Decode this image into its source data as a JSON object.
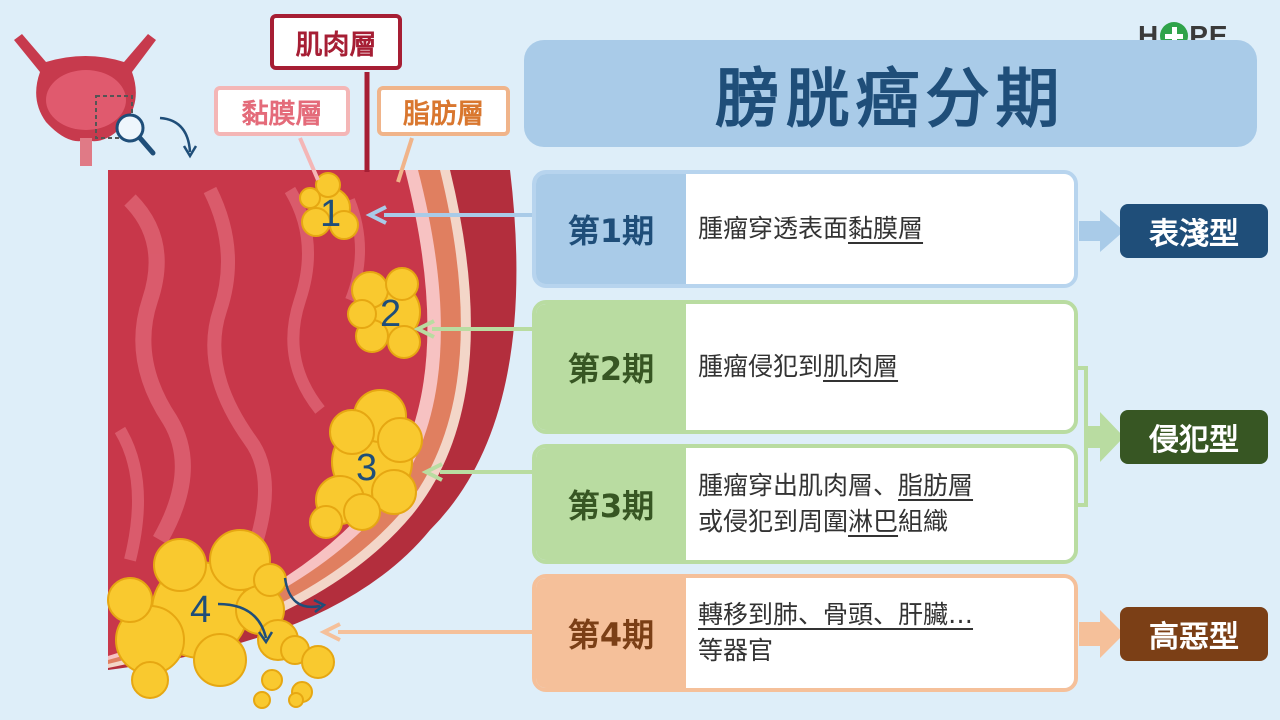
{
  "logo": {
    "left": "H",
    "right": "PE"
  },
  "title": "膀胱癌分期",
  "layers": {
    "mucosa": "黏膜層",
    "muscle": "肌肉層",
    "fat": "脂肪層"
  },
  "tumor_numbers": [
    "1",
    "2",
    "3",
    "4"
  ],
  "stages": [
    {
      "name": "第1期",
      "line1": [
        {
          "t": "腫瘤穿透表面"
        },
        {
          "t": "黏膜層",
          "u": true
        }
      ],
      "line2": []
    },
    {
      "name": "第2期",
      "line1": [
        {
          "t": "腫瘤侵犯到"
        },
        {
          "t": "肌肉層",
          "u": true
        }
      ],
      "line2": []
    },
    {
      "name": "第3期",
      "line1": [
        {
          "t": "腫瘤穿出肌肉層、"
        },
        {
          "t": "脂肪層",
          "u": true
        }
      ],
      "line2": [
        {
          "t": "或侵犯到周圍"
        },
        {
          "t": "淋巴",
          "u": true
        },
        {
          "t": "組織"
        }
      ]
    },
    {
      "name": "第4期",
      "line1": [
        {
          "t": "轉移到肺、骨頭、肝臟…",
          "u": true
        }
      ],
      "line2": [
        {
          "t": "等器官"
        }
      ]
    }
  ],
  "types": {
    "superficial": "表淺型",
    "invasive": "侵犯型",
    "malignant": "高惡型"
  },
  "colors": {
    "title_bg": "#a9cbe8",
    "title_text": "#1f4e79",
    "stage1": "#a9cbe8",
    "stage1_border": "#b7d4ee",
    "stage1_text": "#1f4e79",
    "stage23": "#b9dca1",
    "stage23_text": "#375623",
    "stage4": "#f5c09a",
    "stage4_text": "#7b3f16",
    "type1": "#1f4e79",
    "type2": "#375623",
    "type3": "#7b3f16",
    "muscle": "#b3303f",
    "mucosa": "#f4b6b6",
    "fat": "#f0b48a",
    "tumor": "#f9c92f"
  }
}
